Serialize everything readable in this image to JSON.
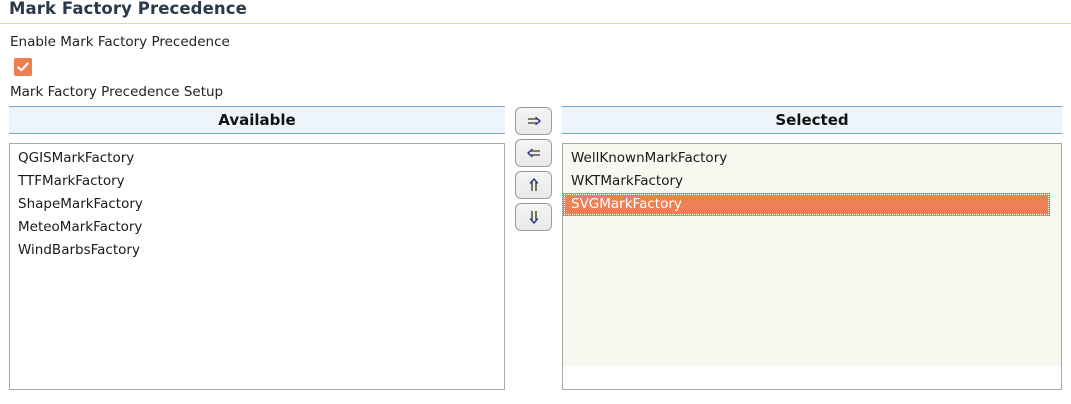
{
  "page": {
    "title": "Mark Factory Precedence"
  },
  "enable": {
    "label": "Enable Mark Factory Precedence",
    "checked": true,
    "checkbox_color": "#ee7d4f"
  },
  "setup": {
    "label": "Mark Factory Precedence Setup"
  },
  "available": {
    "header": "Available",
    "items": [
      {
        "label": "QGISMarkFactory"
      },
      {
        "label": "TTFMarkFactory"
      },
      {
        "label": "ShapeMarkFactory"
      },
      {
        "label": "MeteoMarkFactory"
      },
      {
        "label": "WindBarbsFactory"
      }
    ]
  },
  "selected": {
    "header": "Selected",
    "highlight_color": "#ee8055",
    "items": [
      {
        "label": "WellKnownMarkFactory",
        "highlighted": false
      },
      {
        "label": "WKTMarkFactory",
        "highlighted": false
      },
      {
        "label": "SVGMarkFactory",
        "highlighted": true
      }
    ]
  },
  "buttons": [
    {
      "name": "move-right-button",
      "glyph": "⇒",
      "title": "Add to selected"
    },
    {
      "name": "move-left-button",
      "glyph": "⇐",
      "title": "Remove from selected"
    },
    {
      "name": "move-up-button",
      "glyph": "⇑",
      "title": "Move up"
    },
    {
      "name": "move-down-button",
      "glyph": "⇓",
      "title": "Move down"
    }
  ]
}
